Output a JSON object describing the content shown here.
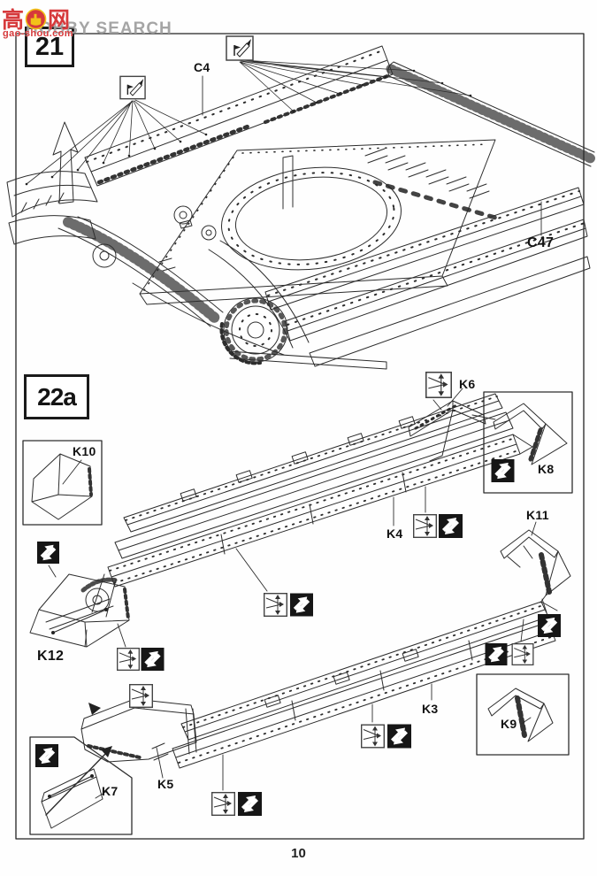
{
  "page": {
    "number": "10"
  },
  "watermark": {
    "cn_left": "高",
    "cn_right": "网",
    "site_en": "HOBBY SEARCH",
    "domain": "gao-shou.com",
    "emblem": "thumbs-up-emblem",
    "red": "#d6393b",
    "yellow": "#f2c219",
    "gray": "#9e9e9e"
  },
  "steps": {
    "s21": "21",
    "s22a": "22a"
  },
  "part_labels": {
    "c4": "C4",
    "c47": "C47",
    "k3": "K3",
    "k4": "K4",
    "k5": "K5",
    "k6": "K6",
    "k7": "K7",
    "k8": "K8",
    "k9": "K9",
    "k10": "K10",
    "k11": "K11",
    "k12": "K12"
  },
  "icons": {
    "glue": "glue-applicator-icon",
    "align": "fit-position-icon",
    "option": "optional-interchange-icon"
  },
  "colors": {
    "ink": "#2d2d2d",
    "paper": "#fefefe",
    "icon_black": "#161616"
  }
}
